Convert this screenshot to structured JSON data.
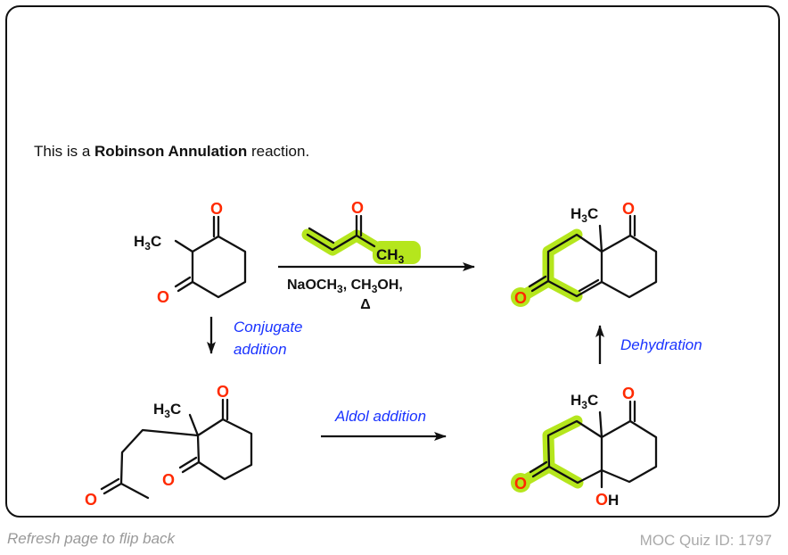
{
  "intro": {
    "prefix": "This is a ",
    "bold": "Robinson Annulation",
    "suffix": " reaction."
  },
  "reagents": {
    "line1": "NaOCH",
    "line1_sub": "3",
    "line1_mid": ", CH",
    "line1_sub2": "3",
    "line1_end": "OH,",
    "line2": "Δ"
  },
  "atoms": {
    "oxygen": "O",
    "methyl_h": "H",
    "methyl_3": "3",
    "methyl_c": "C",
    "ch3_c": "CH",
    "hydroxyl_o": "O",
    "hydroxyl_h": "H"
  },
  "steps": {
    "conjugate_1": "Conjugate",
    "conjugate_2": "addition",
    "aldol": "Aldol addition",
    "dehydration": "Dehydration"
  },
  "colors": {
    "oxygen": "#ff2a00",
    "highlight": "#b5e61d",
    "step_label": "#1a33ff"
  },
  "footer": {
    "left": "Refresh page to flip back",
    "right": "MOC Quiz ID: 1797"
  }
}
